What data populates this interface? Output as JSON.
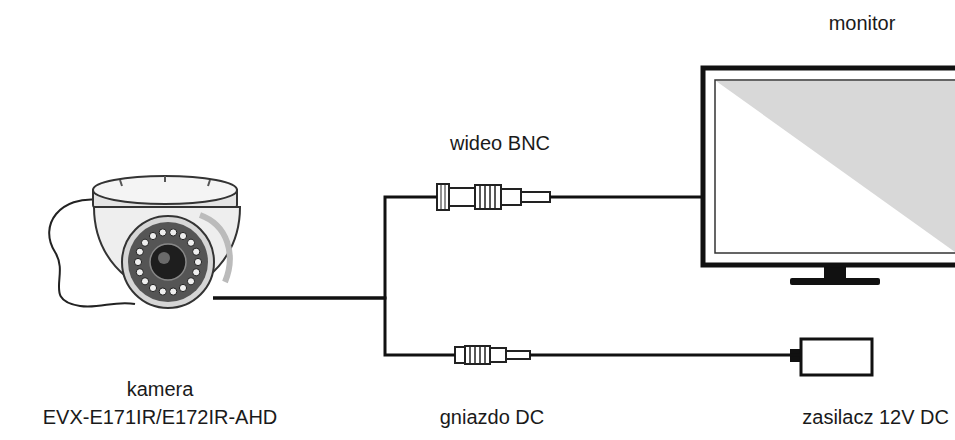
{
  "diagram": {
    "nodes": [
      {
        "text": [
          "kamera",
          "EVX-E171IR/E172IR-AHD"
        ]
      },
      {
        "text": [
          "wideo BNC"
        ]
      },
      {
        "text": [
          "monitor"
        ]
      },
      {
        "text": [
          "gniazdo DC"
        ]
      },
      {
        "text": [
          "zasilacz 12V DC"
        ]
      }
    ],
    "edges": [
      {
        "from": 0,
        "to": 1,
        "arrow": "none"
      },
      {
        "from": 1,
        "to": 2,
        "arrow": "none"
      },
      {
        "from": 0,
        "to": 3,
        "arrow": "none"
      },
      {
        "from": 3,
        "to": 4,
        "arrow": "none"
      }
    ]
  }
}
